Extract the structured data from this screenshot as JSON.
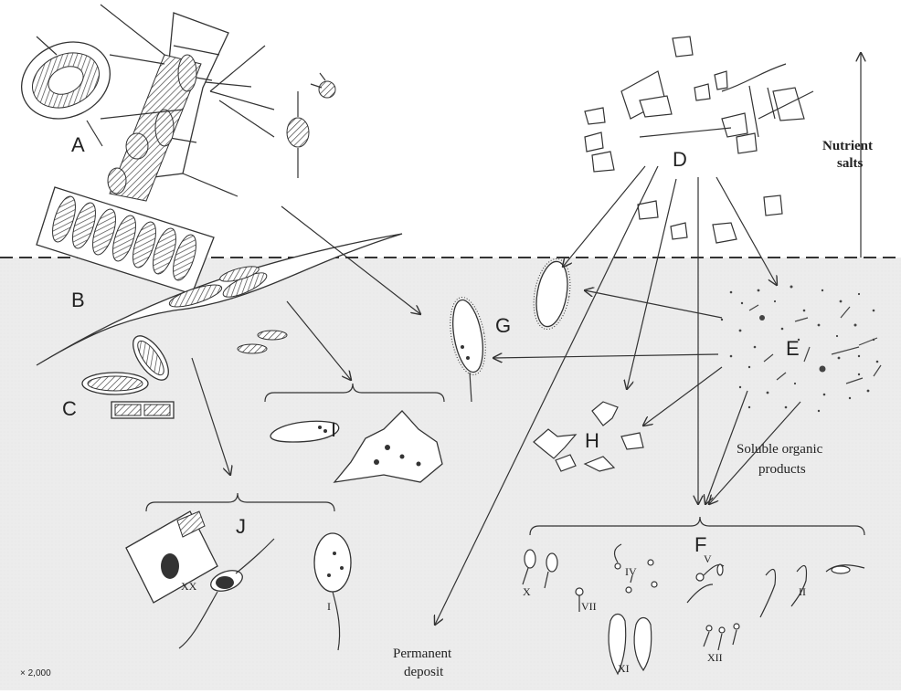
{
  "labels": {
    "A": "A",
    "B": "B",
    "C": "C",
    "D": "D",
    "E": "E",
    "F": "F",
    "G": "G",
    "H": "H",
    "I": "I",
    "J": "J"
  },
  "roman": {
    "xx": "XX",
    "i": "I",
    "x": "X",
    "vii": "VII",
    "iv": "IV",
    "v": "V",
    "xii": "XII",
    "xi": "XI",
    "ii": "II"
  },
  "text": {
    "nutrient_line1": "Nutrient",
    "nutrient_line2": "salts",
    "soluble_line1": "Soluble organic",
    "soluble_line2": "products",
    "permanent_line1": "Permanent",
    "permanent_line2": "deposit",
    "scale": "× 2,000"
  },
  "colors": {
    "water": "#ececec",
    "ink": "#333333"
  }
}
